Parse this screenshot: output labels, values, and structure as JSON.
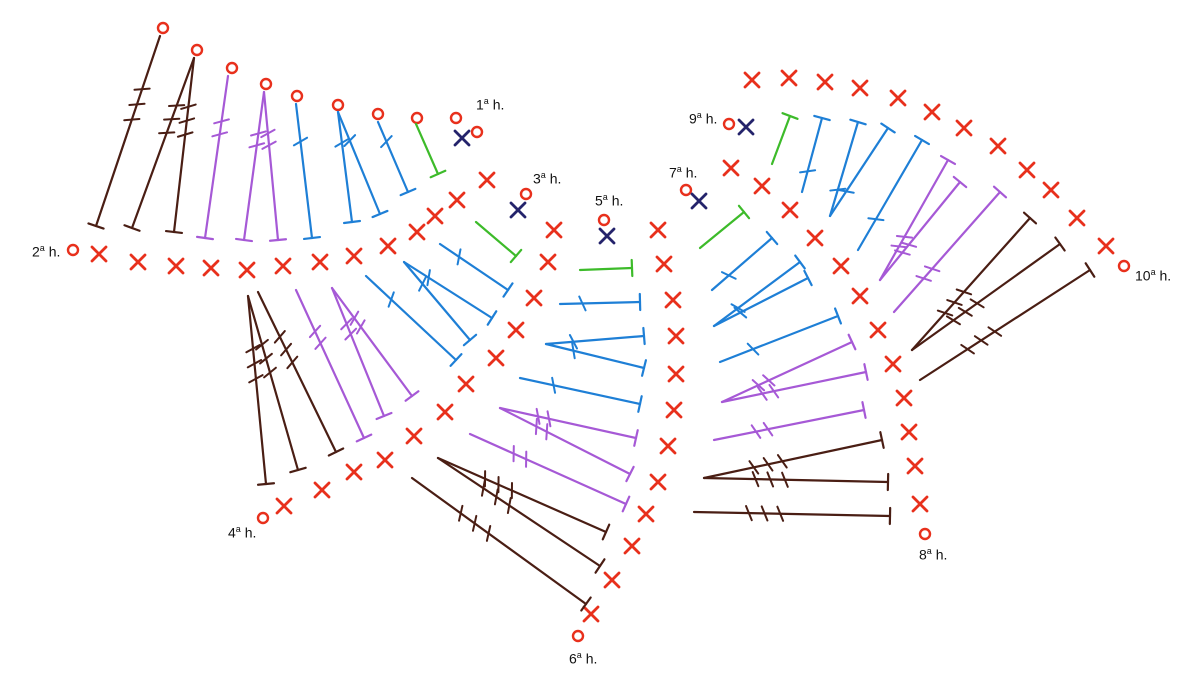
{
  "labels": {
    "row1": {
      "num": "1",
      "sup": "a",
      "suffix": " h."
    },
    "row2": {
      "num": "2",
      "sup": "a",
      "suffix": " h."
    },
    "row3": {
      "num": "3",
      "sup": "a",
      "suffix": " h."
    },
    "row4": {
      "num": "4",
      "sup": "a",
      "suffix": " h."
    },
    "row5": {
      "num": "5",
      "sup": "a",
      "suffix": " h."
    },
    "row6": {
      "num": "6",
      "sup": "a",
      "suffix": " h."
    },
    "row7": {
      "num": "7",
      "sup": "a",
      "suffix": " h."
    },
    "row8": {
      "num": "8",
      "sup": "a",
      "suffix": " h."
    },
    "row9": {
      "num": "9",
      "sup": "a",
      "suffix": " h."
    },
    "row10": {
      "num": "10",
      "sup": "a",
      "suffix": " h."
    }
  },
  "colors": {
    "background": "#ffffff",
    "single_crochet_x": "#e8301c",
    "chain_circle": "#e8301c",
    "slip_x": "#24236b",
    "green_stitch": "#3dbb2a",
    "blue_stitch": "#1e7fd6",
    "purple_stitch": "#a659d6",
    "brown_stitch": "#4a1e14",
    "label_text": "#111111"
  },
  "stitch_types": [
    "chain-circle",
    "single-crochet-x",
    "slip-x",
    "half-double",
    "double",
    "treble",
    "double-treble"
  ]
}
